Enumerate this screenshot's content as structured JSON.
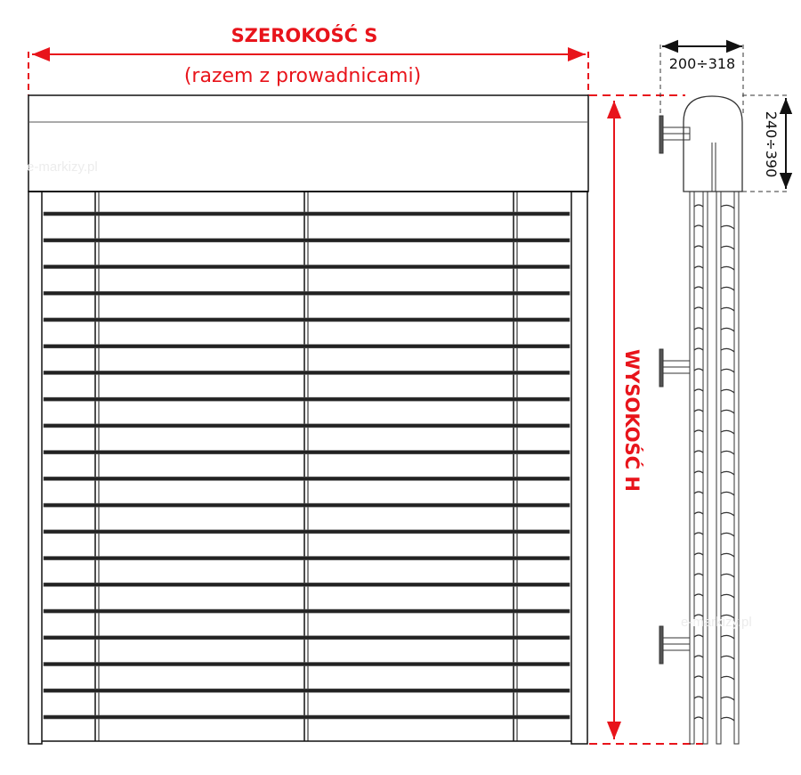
{
  "width_label": "SZEROKOŚĆ S",
  "width_sublabel": "(razem z prowadnicami)",
  "height_label": "WYSOKOŚĆ H",
  "box_depth_dim": "200÷318",
  "box_height_dim": "240÷390",
  "watermark": "e-markizy.pl",
  "slat_count": 20,
  "colors": {
    "dimension": "#e8141b",
    "drawing": "#111111",
    "dim_black": "#222222"
  }
}
